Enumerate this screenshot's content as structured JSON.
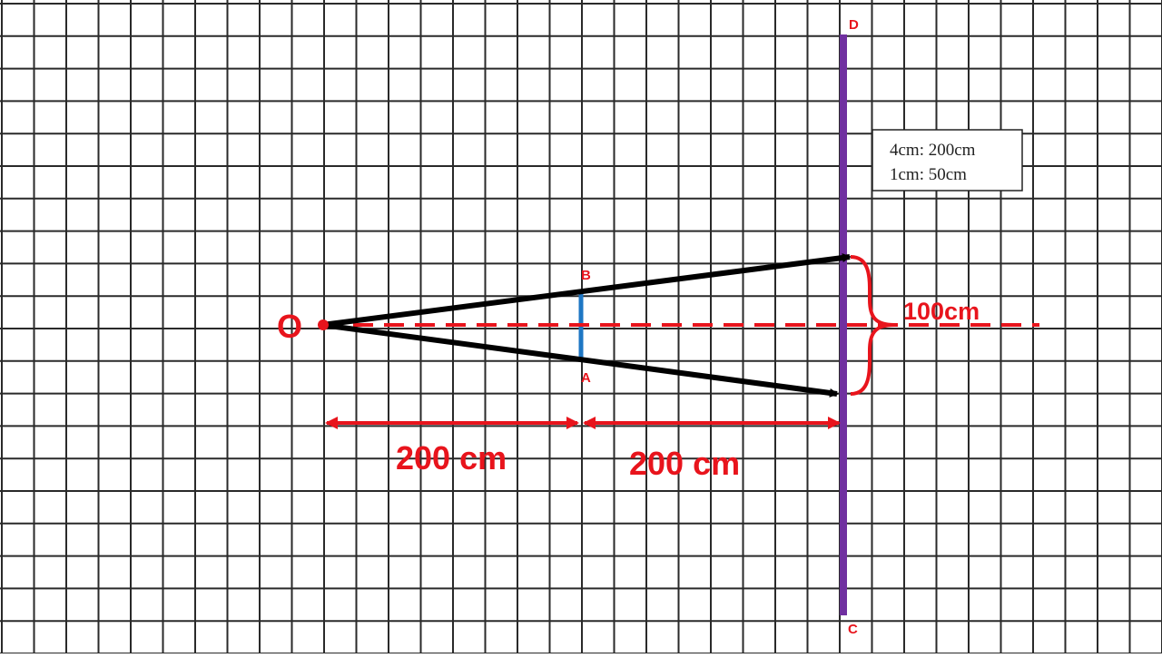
{
  "colors": {
    "grid": "#2a2a2a",
    "red": "#e8141c",
    "purple": "#7030a0",
    "blue": "#1f77c4",
    "black": "#000000"
  },
  "diagram": {
    "point_o": "O",
    "point_a": "A",
    "point_b": "B",
    "point_c": "C",
    "point_d": "D",
    "distance_left": "200 cm",
    "distance_right": "200 cm",
    "brace_label": "100cm",
    "scale_line_1": "4cm: 200cm",
    "scale_line_2": "1cm: 50cm"
  }
}
